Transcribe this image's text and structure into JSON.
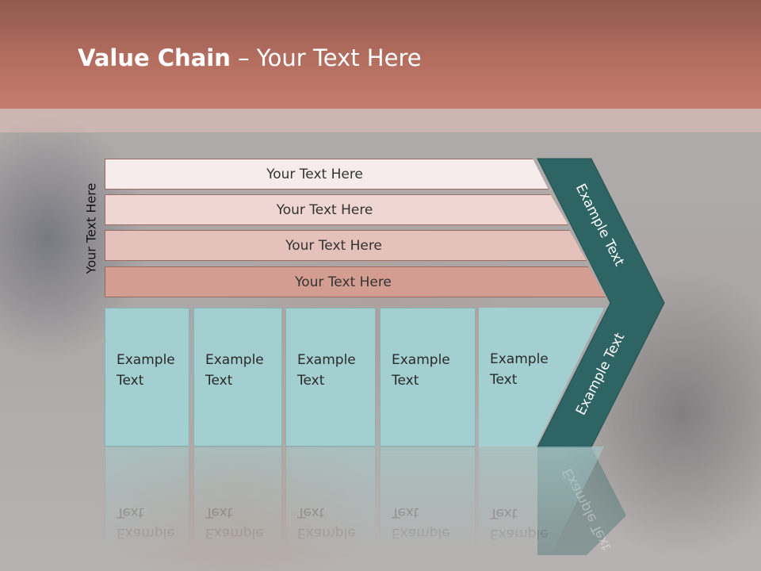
{
  "slide": {
    "title_bold": "Value Chain",
    "title_rest": " – Your Text Here",
    "side_label": "Your Text Here",
    "rows": [
      "Your Text Here",
      "Your Text Here",
      "Your Text Here",
      "Your Text Here"
    ],
    "boxes": [
      {
        "line1": "Example",
        "line2": "Text"
      },
      {
        "line1": "Example",
        "line2": "Text"
      },
      {
        "line1": "Example",
        "line2": "Text"
      },
      {
        "line1": "Example",
        "line2": "Text"
      },
      {
        "line1": "Example",
        "line2": "Text"
      }
    ],
    "chevron_top_label": "Example Text",
    "chevron_bottom_label": "Example Text"
  },
  "colors": {
    "header": "#b46e60",
    "row_fills": [
      "#f6eceb",
      "#efd6d2",
      "#e4c1ba",
      "#d49d92"
    ],
    "box_fill": "#a3cfd0",
    "chevron_fill": "#2f6464"
  }
}
